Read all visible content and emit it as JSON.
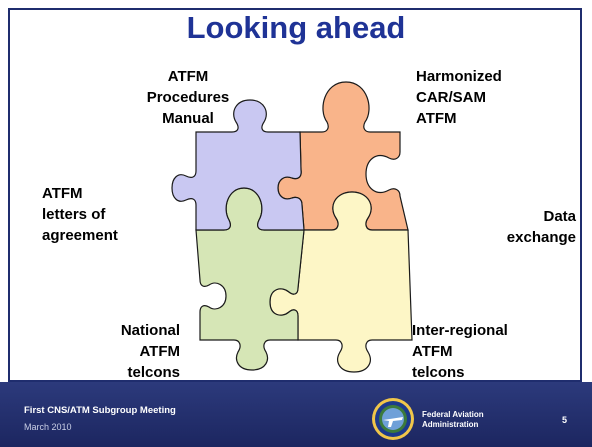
{
  "slide": {
    "title": "Looking ahead",
    "labels": {
      "procedures": "ATFM\nProcedures\nManual",
      "harmonized": "Harmonized\nCAR/SAM\nATFM",
      "letters": "ATFM\nletters of\nagreement",
      "data": "Data\nexchange",
      "national": "National\nATFM\ntelcons",
      "interregional": "Inter-regional\nATFM\ntelcons"
    },
    "puzzle_colors": {
      "purple": "#c9c8f2",
      "orange": "#f9b48a",
      "green": "#d6e6b6",
      "yellow": "#fdf6c6",
      "stroke": "#1a1a1a"
    }
  },
  "footer": {
    "meeting": "First CNS/ATM Subgroup Meeting",
    "date": "March 2010",
    "agency": "Federal Aviation\nAdministration",
    "page_number": "5",
    "colors": {
      "band": "#1f2a66",
      "text": "#ffffff"
    }
  }
}
